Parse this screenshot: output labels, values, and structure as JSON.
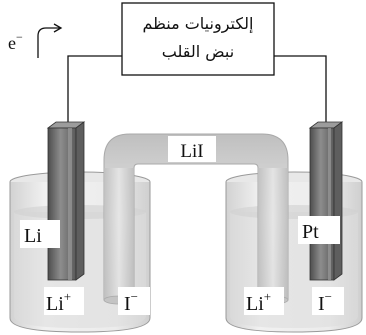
{
  "device_label_line1": "إلكترونيات منظم",
  "device_label_line2": "نبض القلب",
  "electron_label": "e",
  "electron_charge": "−",
  "salt_bridge_label": "LiI",
  "left_electrode_label": "Li",
  "right_electrode_label": "Pt",
  "left_ions": {
    "cation": "Li",
    "cation_charge": "+",
    "anion": "I",
    "anion_charge": "−"
  },
  "right_ions": {
    "cation": "Li",
    "cation_charge": "+",
    "anion": "I",
    "anion_charge": "−"
  },
  "colors": {
    "electrode_dark": "#5f5f5f",
    "electrode_mid": "#8a8a8a",
    "electrode_light": "#b9b9b9",
    "bridge": "#d3d3d3",
    "beaker_stroke": "#9a9a9a",
    "solution": "#e3e3e3",
    "wire": "#111111"
  }
}
